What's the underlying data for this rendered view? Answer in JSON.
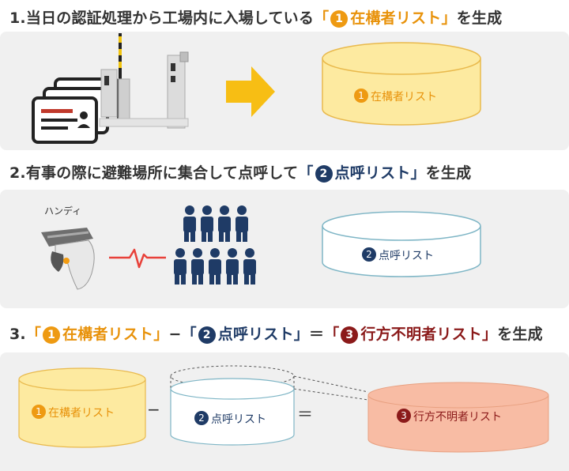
{
  "sections": [
    {
      "number": "1.",
      "text_before": "当日の認証処理から工場内に入場している",
      "quote_open": "「",
      "badge": "1",
      "list_name": "在構者リスト",
      "quote_close": "」",
      "text_after": "を生成"
    },
    {
      "number": "2.",
      "text_before": "有事の際に避難場所に集合して点呼して",
      "quote_open": "「",
      "badge": "2",
      "list_name": "点呼リスト",
      "quote_close": "」",
      "text_after": "を生成"
    },
    {
      "number": "3.",
      "part1_open": "「",
      "part1_badge": "1",
      "part1_name": "在構者リスト",
      "part1_close": "」",
      "minus": "−",
      "part2_open": "「",
      "part2_badge": "2",
      "part2_name": "点呼リスト",
      "part2_close": "」",
      "equals": "＝",
      "part3_open": "「",
      "part3_badge": "3",
      "part3_name": "行方不明者リスト",
      "part3_close": "」",
      "text_after": "を生成"
    }
  ],
  "drums": {
    "attendance": {
      "badge": "1",
      "label": "在構者リスト"
    },
    "rollcall": {
      "badge": "2",
      "label": "点呼リスト"
    },
    "missing": {
      "badge": "3",
      "label": "行方不明者リスト"
    }
  },
  "device": {
    "label": "ハンディ"
  },
  "equation": {
    "minus": "−",
    "equals": "＝"
  },
  "colors": {
    "orange": "#ee9a12",
    "navy": "#1f3b66",
    "maroon": "#8b1a1a",
    "drum_yellow": "#fdeaa0",
    "drum_salmon": "#f8bca4",
    "drum_blue_stroke": "#7fb6c6",
    "arrow_yellow": "#f7be14",
    "pulse_red": "#e8413a",
    "people_navy": "#1f3b66"
  },
  "icons": [
    "id-cards-icon",
    "security-gate-icon",
    "right-arrow-icon",
    "handheld-scanner-icon",
    "pulse-icon",
    "people-group-icon"
  ]
}
